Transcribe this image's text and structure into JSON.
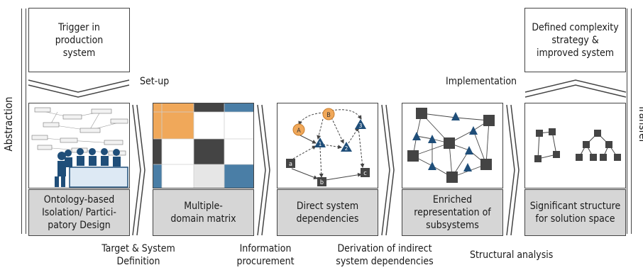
{
  "top_left_box": "Trigger in production system",
  "top_right_box": "Defined complexity strategy & improved system",
  "setup_label": "Set-up",
  "implementation_label": "Implementation",
  "side_left": "Abstraction",
  "side_right": "Transfer",
  "stage_labels": [
    "Ontology-based Isolation/ Partici-patory Design",
    "Multiple-domain matrix",
    "Direct system dependencies",
    "Enriched representation of subsystems",
    "Significant structure for solution space"
  ],
  "step_labels": [
    "Target & System Definition",
    "Information procurement",
    "Derivation of indirect system dependencies",
    "Structural analysis"
  ],
  "graph_nodes": [
    "A",
    "B",
    "1",
    "2",
    "3",
    "a",
    "b",
    "c"
  ],
  "colors": {
    "orange": "#f0a85a",
    "blue": "#2e5f86",
    "dark": "#444444",
    "label_bg": "#d6d6d6"
  }
}
